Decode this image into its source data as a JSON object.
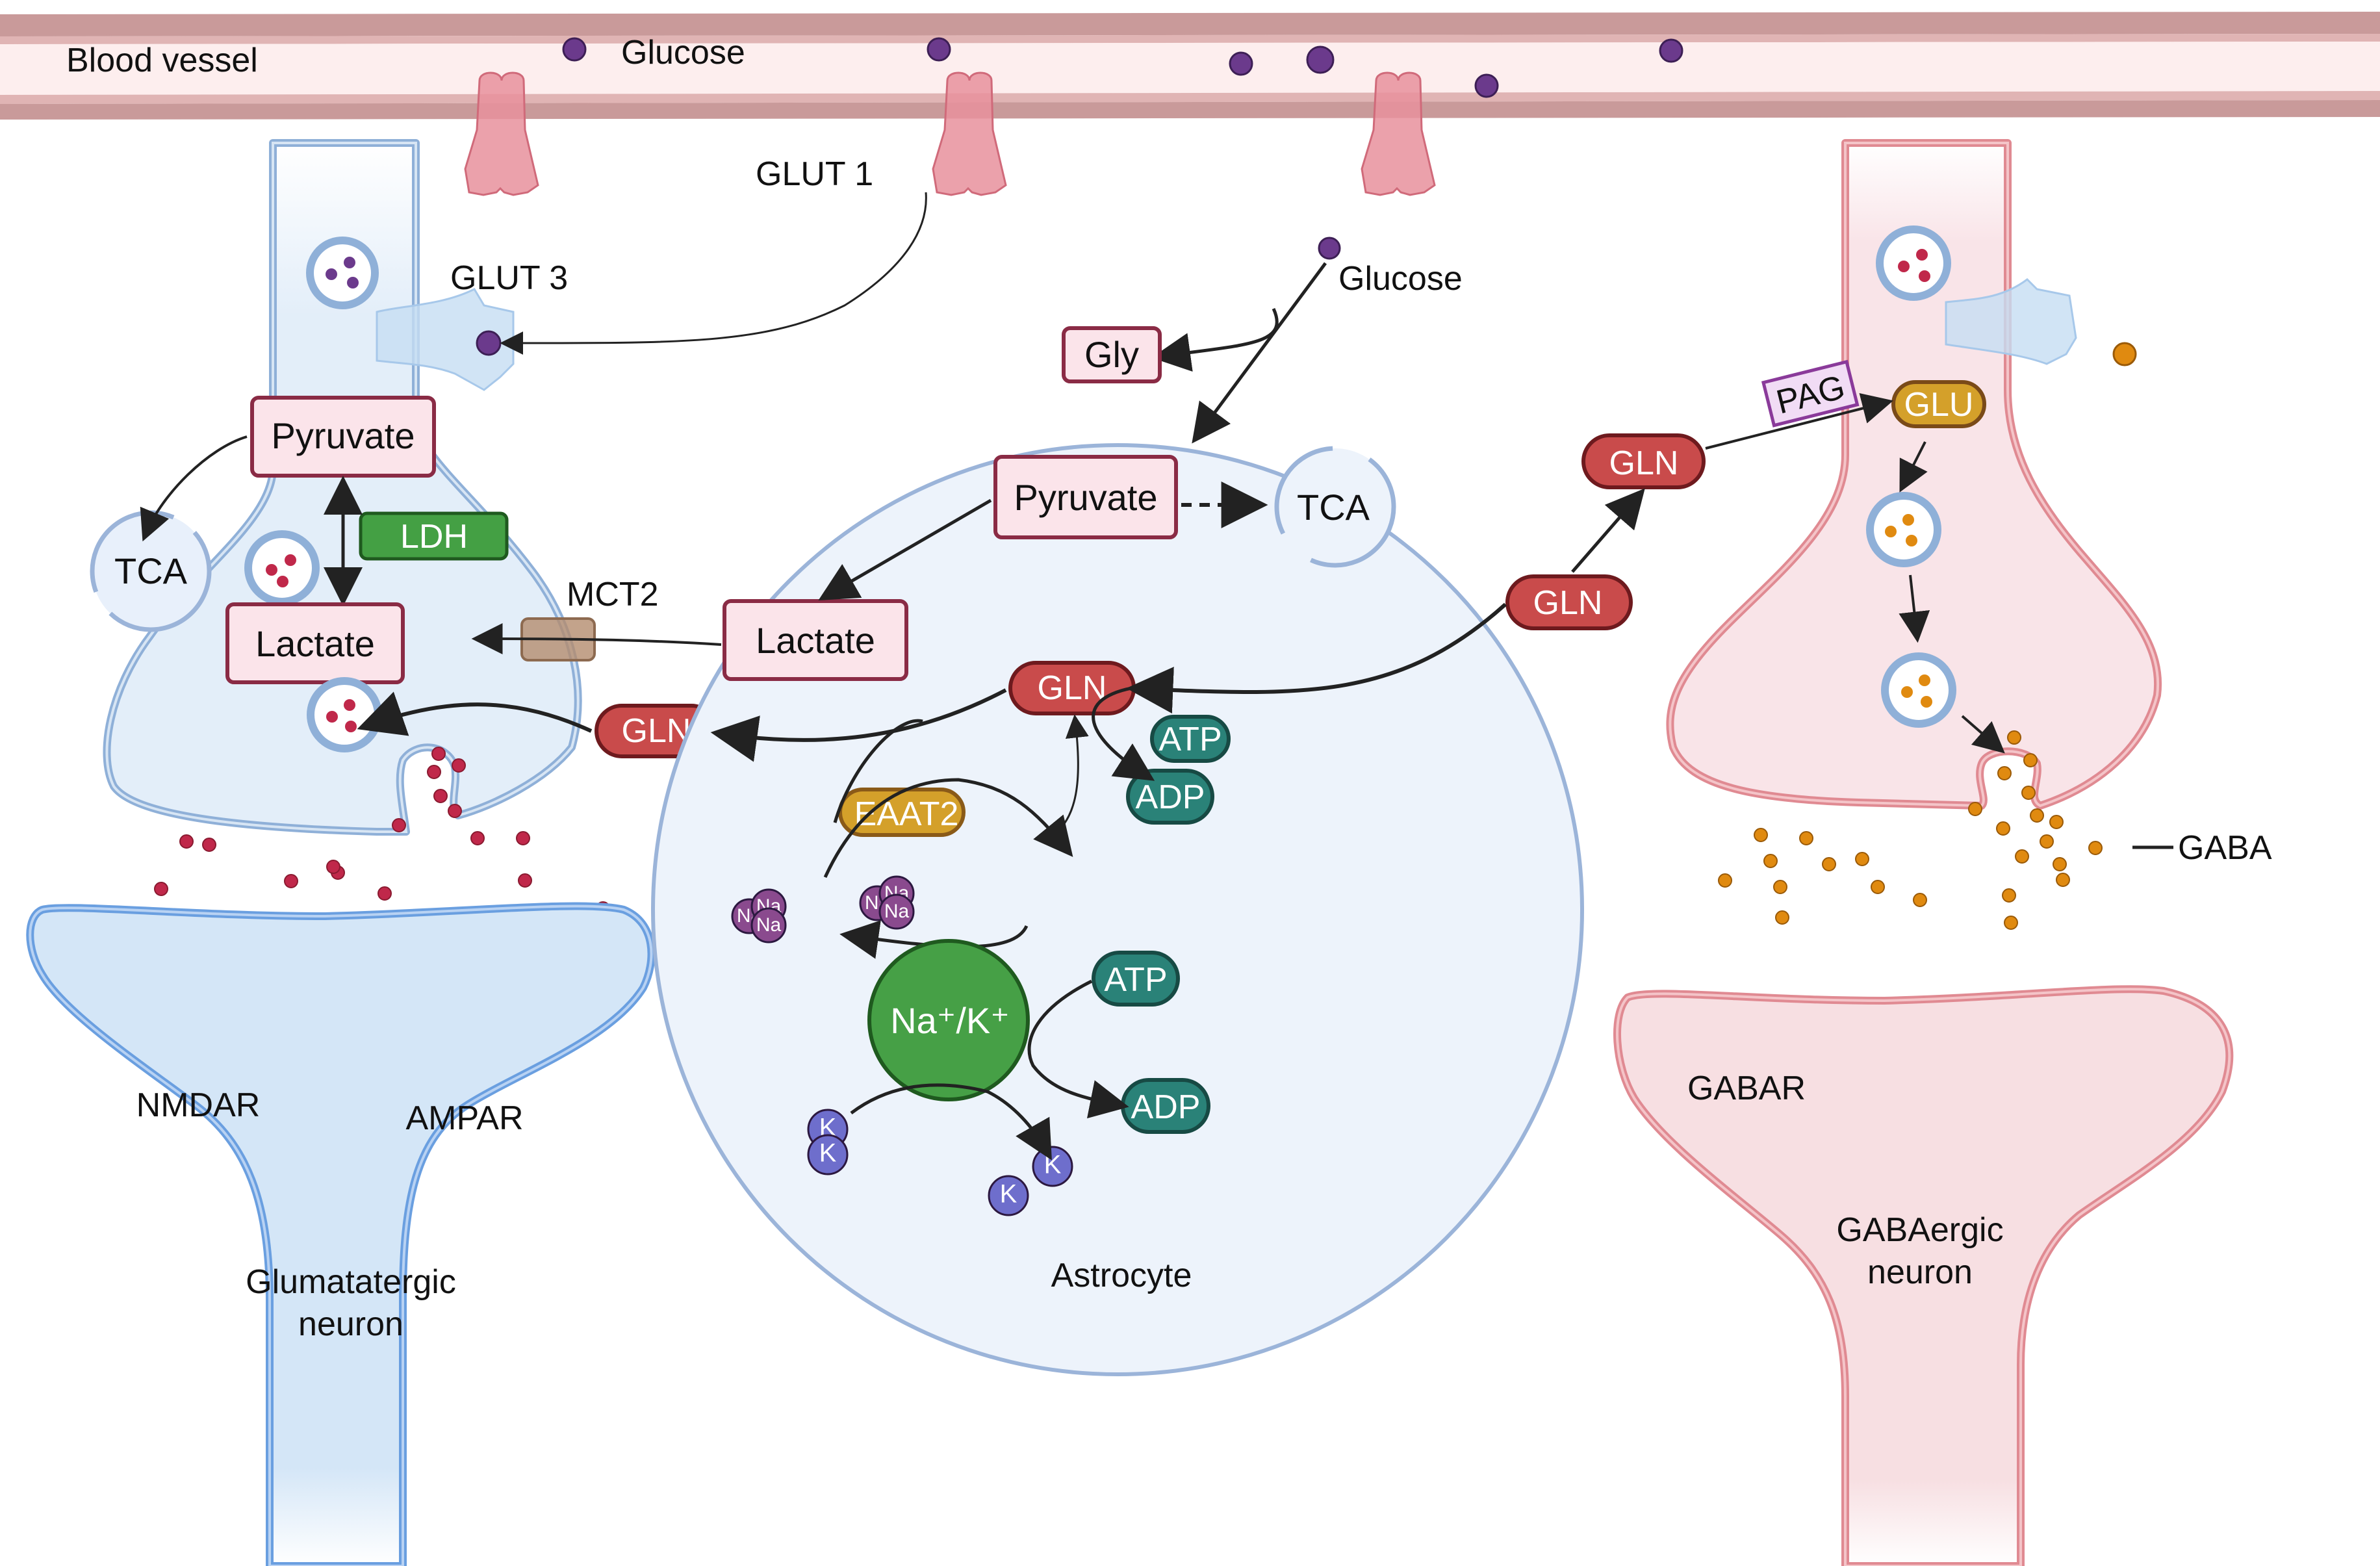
{
  "title": "Astrocyte-neuron metabolic coupling: glucose, lactate and glutamine-glutamate/GABA cycle",
  "blood_vessel": {
    "label": "Blood vessel",
    "glucose_label": "Glucose",
    "transporter_label": "GLUT 1"
  },
  "glutamatergic_neuron": {
    "label_line1": "Glumatatergic",
    "label_line2": "neuron",
    "transporter_label": "GLUT 3",
    "pyruvate": "Pyruvate",
    "tca": "TCA",
    "ldh": "LDH",
    "lactate": "Lactate",
    "mct": "MCT2",
    "gln": "GLN",
    "receptors": [
      "NMDAR",
      "AMPAR"
    ]
  },
  "astrocyte": {
    "label": "Astrocyte",
    "glucose_label": "Glucose",
    "gly": "Gly",
    "pyruvate": "Pyruvate",
    "tca": "TCA",
    "lactate": "Lactate",
    "gln_inner": "GLN",
    "gln_outer": "GLN",
    "eaat": "EAAT2",
    "atp_1": "ATP",
    "adp_1": "ADP",
    "atp_2": "ATP",
    "adp_2": "ADP",
    "pump": "Na⁺/K⁺",
    "na": "Na",
    "k": "K"
  },
  "gabaergic_neuron": {
    "label_line1": "GABAergic",
    "label_line2": "neuron",
    "gln": "GLN",
    "pag": "PAG",
    "glu": "GLU",
    "gaba": "GABA",
    "receptor": "GABAR"
  },
  "colors": {
    "vessel_fill": "#fdeeee",
    "vessel_wall": "#c99a9a",
    "glut1": "#e8909c",
    "glucose": "#6b3a8c",
    "glut_neuron_fill": "#e3eef9",
    "glut_neuron_membrane": "#8fb0d8",
    "postsyn_blue_fill": "#d4e6f7",
    "postsyn_blue_membrane": "#6a9fe0",
    "astrocyte_fill": "#edf3fb",
    "astrocyte_membrane": "#9bb4d9",
    "gaba_neuron_fill": "#f9e4e8",
    "gaba_neuron_membrane": "#e08a92",
    "box_fill": "#fbe4ea",
    "box_border": "#8a2b45",
    "gln_fill": "#c94b4b",
    "gln_border": "#6e1a1e",
    "ldh_fill": "#44a044",
    "eaat_fill": "#d4a02a",
    "atp_fill": "#2a8278",
    "pump_fill": "#46a046",
    "na_fill": "#8a4a8e",
    "k_fill": "#6e6ecc",
    "glutamate_dot": "#c0284a",
    "gaba_dot": "#e08a10",
    "mct_fill": "#b48c6e",
    "pag_fill": "#f1dcf5",
    "pag_border": "#8a3a9a",
    "receptor_teal": "#7aa5a5",
    "receptor_green": "#86aa86"
  }
}
